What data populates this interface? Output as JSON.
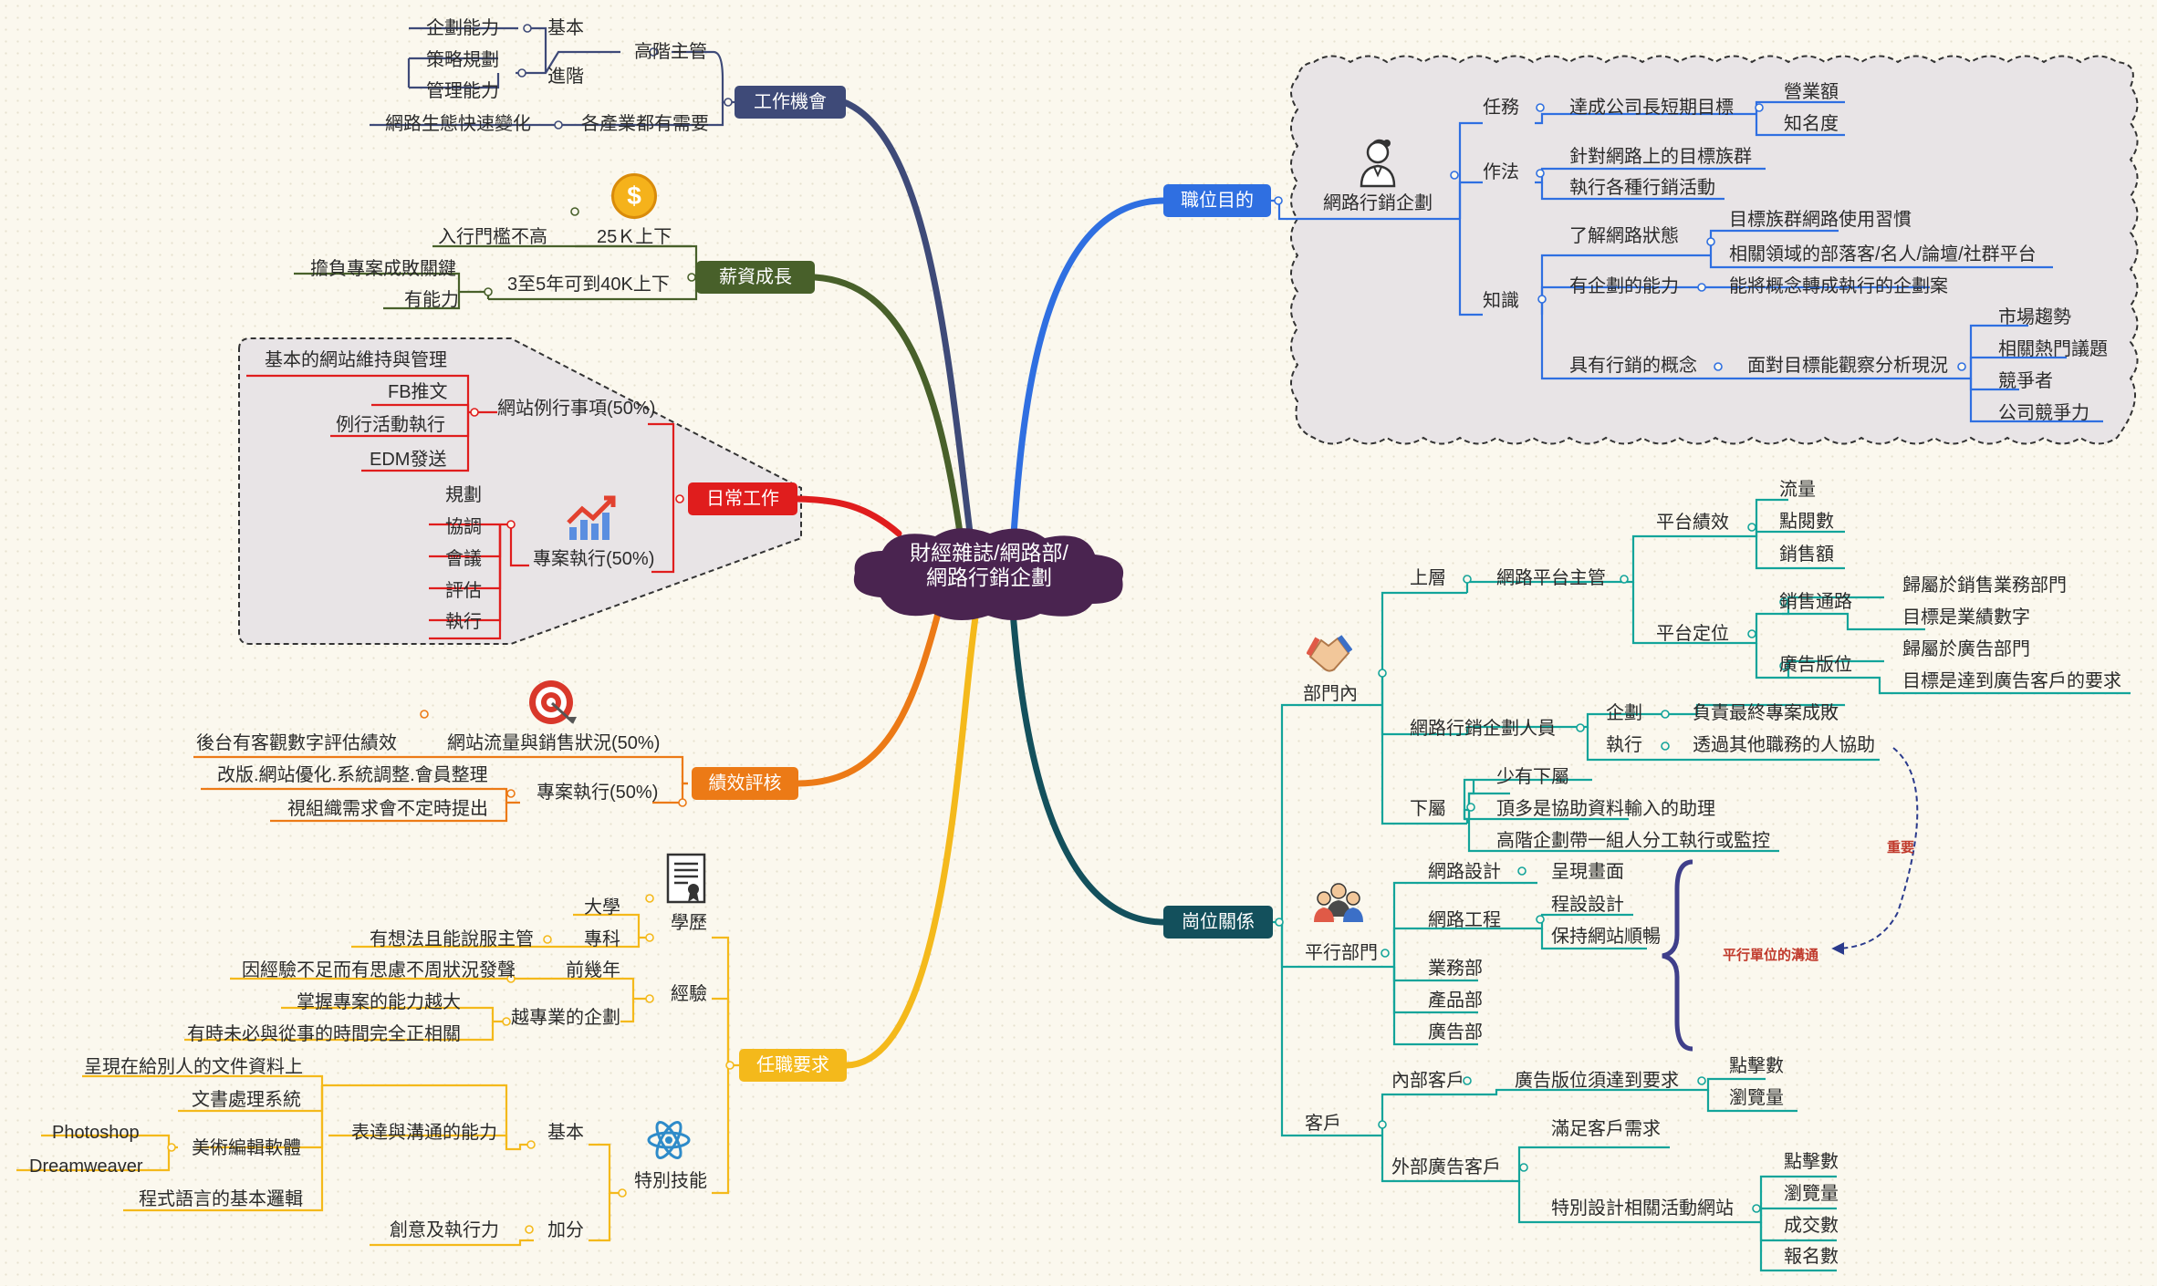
{
  "central": {
    "line1": "財經雜誌/網路部/",
    "line2": "網路行銷企劃"
  },
  "branches": {
    "job": "工作機會",
    "salary": "薪資成長",
    "daily": "日常工作",
    "perf": "績效評核",
    "req": "任職要求",
    "purpose": "職位目的",
    "relation": "崗位關係"
  },
  "job": {
    "senior": "高階主管",
    "basic": "基本",
    "plan": "企劃能力",
    "adv": "進階",
    "strategy": "策略規劃",
    "mgmt": "管理能力",
    "all": "各產業都有需要",
    "eco": "網路生態快速變化"
  },
  "salary": {
    "entry": "入行門檻不高",
    "k25": "25Ｋ上下",
    "k40": "3至5年可到40K上下",
    "key": "擔負專案成敗關鍵",
    "able": "有能力"
  },
  "daily": {
    "routine": "網站例行事項(50%)",
    "maint": "基本的網站維持與管理",
    "fb": "FB推文",
    "event": "例行活動執行",
    "edm": "EDM發送",
    "project": "專案執行(50%)",
    "p1": "規劃",
    "p2": "協調",
    "p3": "會議",
    "p4": "評估",
    "p5": "執行"
  },
  "perf": {
    "traffic": "網站流量與銷售狀況(50%)",
    "backend": "後台有客觀數字評估績效",
    "proj": "專案執行(50%)",
    "revamp": "改版.網站優化.系統調整.會員整理",
    "irreg": "視組織需求會不定時提出"
  },
  "req": {
    "edu": "學歷",
    "univ": "大學",
    "college": "專科",
    "persuade": "有想法且能說服主管",
    "exp": "經驗",
    "early": "前幾年",
    "worry": "因經驗不足而有思慮不周狀況發聲",
    "more": "越專業的企劃",
    "grasp": "掌握專案的能力越大",
    "notprop": "有時未必與從事的時間完全正相關",
    "skill": "特別技能",
    "basic": "基本",
    "express": "表達與溝通的能力",
    "present": "呈現在給別人的文件資料上",
    "wordproc": "文書處理系統",
    "artsw": "美術編輯軟體",
    "ps": "Photoshop",
    "dw": "Dreamweaver",
    "logic": "程式語言的基本邏輯",
    "bonus": "加分",
    "creative": "創意及執行力"
  },
  "purpose": {
    "role": "網路行銷企劃",
    "task": "任務",
    "goal": "達成公司長短期目標",
    "rev": "營業額",
    "fame": "知名度",
    "method": "作法",
    "target": "針對網路上的目標族群",
    "exec": "執行各種行銷活動",
    "know": "知識",
    "netstate": "了解網路狀態",
    "habit": "目標族群網路使用習慣",
    "kol": "相關領域的部落客/名人/論壇/社群平台",
    "planab": "有企劃的能力",
    "concept": "能將概念轉成執行的企劃案",
    "mktc": "具有行銷的概念",
    "analyze": "面對目標能觀察分析現況",
    "trend": "市場趨勢",
    "hot": "相關熱門議題",
    "comp": "競爭者",
    "compwin": "公司競爭力"
  },
  "relation": {
    "inner": "部門內",
    "upper": "上層",
    "plat": "網路平台主管",
    "perf": "平台績效",
    "traffic": "流量",
    "clicks": "點閱數",
    "sales": "銷售額",
    "pos": "平台定位",
    "channel": "銷售通路",
    "salesdept": "歸屬於銷售業務部門",
    "salesnum": "目標是業績數字",
    "adslot": "廣告版位",
    "addept": "歸屬於廣告部門",
    "adreq": "目標是達到廣告客戶的要求",
    "staff": "網路行銷企劃人員",
    "plan": "企劃",
    "planresp": "負責最終專案成敗",
    "do": "執行",
    "doresp": "透過其他職務的人協助",
    "lower": "下屬",
    "few": "少有下屬",
    "assist": "頂多是協助資料輸入的助理",
    "lead": "高階企劃帶一組人分工執行或監控",
    "parallel": "平行部門",
    "webdesign": "網路設計",
    "ui": "呈現畫面",
    "webeng": "網路工程",
    "code": "程設設計",
    "keep": "保持網站順暢",
    "biz": "業務部",
    "prod": "產品部",
    "ad": "廣告部",
    "client": "客戶",
    "inclient": "內部客戶",
    "adneed": "廣告版位須達到要求",
    "ctr": "點擊數",
    "pv": "瀏覽量",
    "outclient": "外部廣告客戶",
    "satisfy": "滿足客戶需求",
    "special": "特別設計相關活動網站",
    "ctr2": "點擊數",
    "pv2": "瀏覽量",
    "deal": "成交數",
    "signup": "報名數",
    "important": "重要",
    "comm": "平行單位的溝通"
  },
  "colors": {
    "job": "#3e4a78",
    "salary": "#48602a",
    "daily": "#e01d1d",
    "perf": "#ec7a16",
    "req": "#f4b91b",
    "purpose": "#2f6fe1",
    "relation": "#13505c",
    "central": "#4a2450"
  }
}
